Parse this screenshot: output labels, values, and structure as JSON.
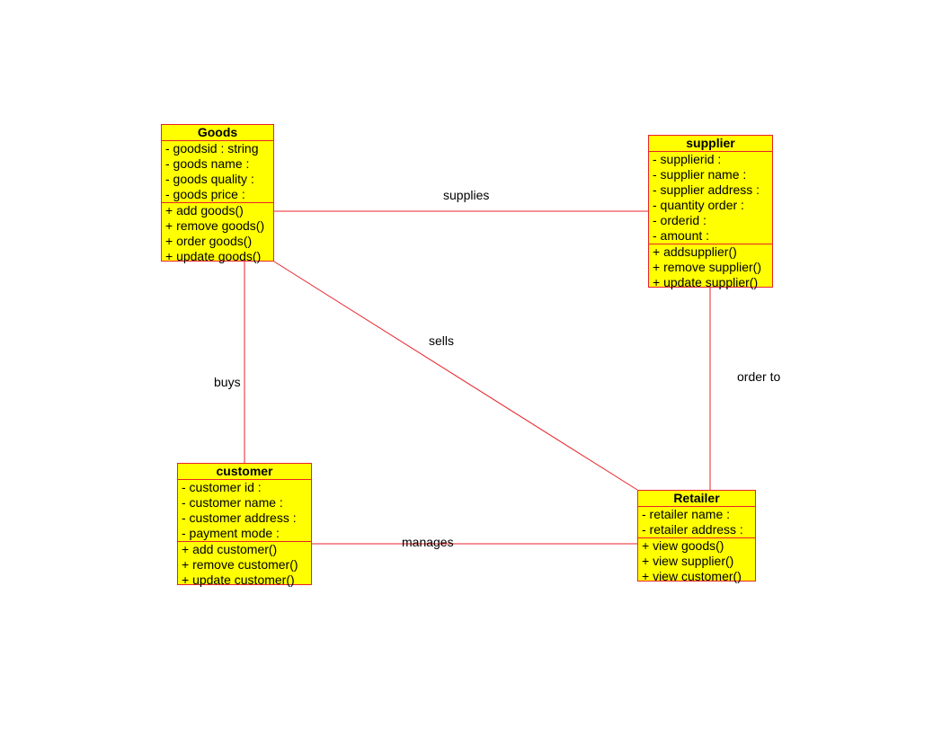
{
  "colors": {
    "box_fill": "#ffff00",
    "box_border": "#e8232a",
    "line": "#e8232a",
    "text": "#000000"
  },
  "classes": {
    "goods": {
      "name": "Goods",
      "attributes": [
        "- goodsid : string",
        "- goods name :",
        "- goods quality :",
        "- goods price :"
      ],
      "operations": [
        "+ add goods()",
        "+ remove goods()",
        "+ order goods()",
        "+ update goods()"
      ]
    },
    "supplier": {
      "name": "supplier",
      "attributes": [
        "- supplierid :",
        "- supplier name :",
        "- supplier address :",
        "- quantity order :",
        "- orderid :",
        "- amount :"
      ],
      "operations": [
        "+ addsupplier()",
        "+ remove supplier()",
        "+ update supplier()"
      ]
    },
    "customer": {
      "name": "customer",
      "attributes": [
        "- customer id :",
        "- customer name :",
        "- customer address :",
        "- payment mode :"
      ],
      "operations": [
        "+ add customer()",
        "+ remove customer()",
        "+ update customer()"
      ]
    },
    "retailer": {
      "name": "Retailer",
      "attributes": [
        "- retailer name :",
        "- retailer address :"
      ],
      "operations": [
        "+ view goods()",
        "+ view supplier()",
        "+ view customer()"
      ]
    }
  },
  "associations": {
    "supplies": "supplies",
    "sells": "sells",
    "buys": "buys",
    "order_to": "order to",
    "manages": "manages"
  }
}
